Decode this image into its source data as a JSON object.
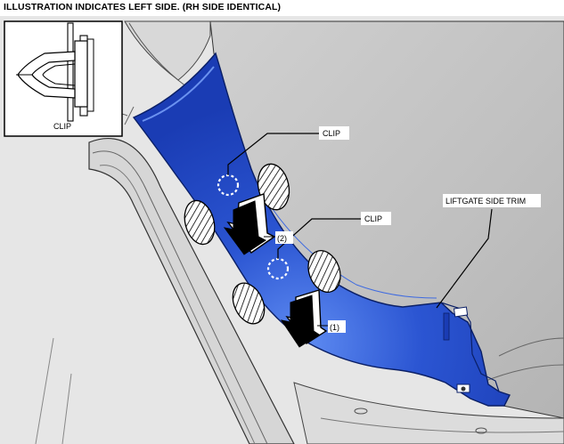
{
  "header": {
    "title": "ILLUSTRATION INDICATES LEFT SIDE. (RH SIDE IDENTICAL)"
  },
  "inset": {
    "label": "CLIP"
  },
  "callouts": {
    "clip_upper": "CLIP",
    "clip_lower": "CLIP",
    "trim": "LIFTGATE SIDE TRIM",
    "step_1": "(1)",
    "step_2": "(2)"
  },
  "colors": {
    "trim": "#1f48c8",
    "trim_highlight": "#4a78ea",
    "background_panel": "#c4c4c4",
    "inset_border": "#000000"
  },
  "icons": {
    "clip_marker": "dashed-circle",
    "hook_marker": "hatched-ellipse",
    "removal_arrow": "block-arrow"
  }
}
